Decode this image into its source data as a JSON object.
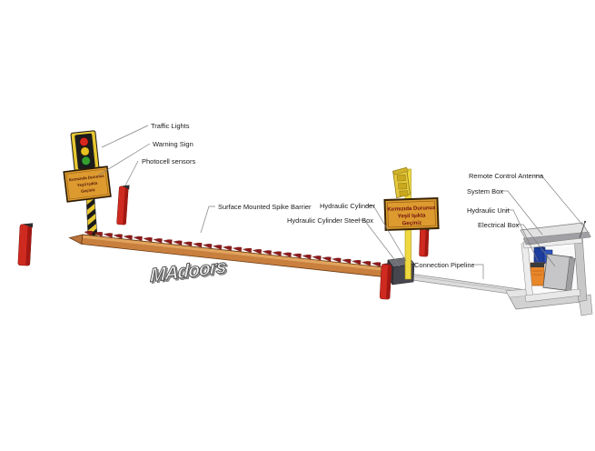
{
  "labels": {
    "traffic_lights": "Traffic Lights",
    "warning_sign": "Warning Sign",
    "photocell_sensors": "Photocell sensors",
    "surface_mounted_spike_barrier": "Surface Mounted Spike Barrier",
    "hydraulic_cylinder": "Hydraulic Cylinder",
    "hydraulic_cylinder_steel_box": "Hydraulic Cylinder Steel Box",
    "connection_pipeline": "Connection Pipeline",
    "remote_control_antenna": "Remote Control Antenna",
    "system_box": "System Box",
    "hydraulic_unit": "Hydraulic Unit",
    "electrical_box": "Electrical Box"
  },
  "sign_text": {
    "line1": "Kırmızıda Durunuz",
    "line2": "Yeşil Işıkta",
    "line3": "Geçiniz"
  },
  "watermark": "MAdoors",
  "colors": {
    "barrier_orange": "#C9803E",
    "barrier_top": "#E2A45C",
    "spike_red": "#8B1A1A",
    "post_red": "#CF2A20",
    "pole_hazard_yellow": "#E8C832",
    "pole_plain_yellow": "#EFD93F",
    "sign_orange": "#DD9A2F",
    "traffic_light_red": "#D8281E",
    "traffic_light_yellow": "#E8C020",
    "traffic_light_green": "#35A02E",
    "steel_box_gray": "#46464E",
    "pipeline_gray": "#DCDCDC",
    "cabinet_gray": "#E2E2E2",
    "hydraulic_unit_orange": "#E8862A",
    "pump_blue": "#1D3E9E",
    "electrical_box_gray": "#C6C6C8",
    "label_text": "#1A1A1A",
    "leader_line": "#808080"
  }
}
